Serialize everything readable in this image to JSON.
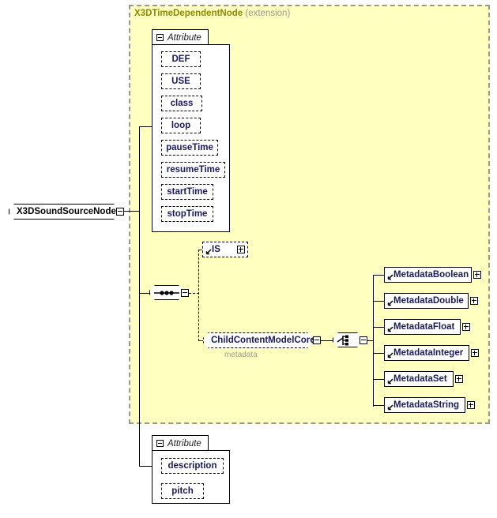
{
  "diagram": {
    "type": "xml-schema-element-diagram",
    "root_element": {
      "label": "X3DSoundSourceNode",
      "toggle": "minus"
    },
    "extension": {
      "title": "X3DTimeDependentNode",
      "kind": "(extension)"
    },
    "attribute_group_top": {
      "label": "Attribute",
      "toggle": "minus",
      "items": [
        {
          "label": "DEF"
        },
        {
          "label": "USE"
        },
        {
          "label": "class"
        },
        {
          "label": "loop"
        },
        {
          "label": "pauseTime"
        },
        {
          "label": "resumeTime"
        },
        {
          "label": "startTime"
        },
        {
          "label": "stopTime"
        }
      ]
    },
    "sequence": {
      "icon": "sequence-icon",
      "toggle": "minus"
    },
    "is_element": {
      "label": "IS",
      "toggle": "plus",
      "icon": "reference-arrow-icon"
    },
    "child_content": {
      "label": "ChildContentModelCore",
      "sublabel": "metadata",
      "toggle": "minus"
    },
    "choice": {
      "icon": "choice-icon",
      "toggle": "minus"
    },
    "metadata_nodes": [
      {
        "label": "MetadataBoolean",
        "toggle": "plus"
      },
      {
        "label": "MetadataDouble",
        "toggle": "plus"
      },
      {
        "label": "MetadataFloat",
        "toggle": "plus"
      },
      {
        "label": "MetadataInteger",
        "toggle": "plus"
      },
      {
        "label": "MetadataSet",
        "toggle": "plus"
      },
      {
        "label": "MetadataString",
        "toggle": "plus"
      }
    ],
    "attribute_group_bottom": {
      "label": "Attribute",
      "toggle": "minus",
      "items": [
        {
          "label": "description"
        },
        {
          "label": "pitch"
        }
      ]
    },
    "colors": {
      "extension_fill": "#ffffc0",
      "extension_border": "#9a9a8c",
      "extension_title": "#8a8a00",
      "node_text": "#1a1a5a",
      "shadow": "#c0c0c0",
      "page": "#ffffff"
    }
  }
}
